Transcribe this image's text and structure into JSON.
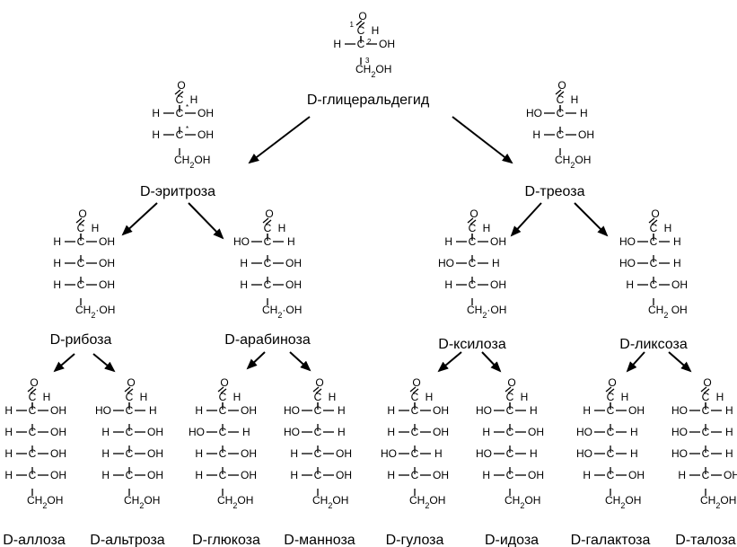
{
  "colors": {
    "ink": "#000000",
    "background": "#ffffff"
  },
  "atoms": {
    "H": "H",
    "OH": "OH",
    "HO": "HO",
    "CH2OH": "CH2OH",
    "C": "C",
    "O": "O",
    "star": "*",
    "sub2": "2"
  },
  "carbon_numbers": [
    "1",
    "2",
    "3"
  ],
  "nodes": {
    "glyceraldehyde": {
      "name": "D-глицеральдегид",
      "config": [
        "R"
      ],
      "numbered": true,
      "terminal_label": "CH2OH"
    },
    "erythrose": {
      "name": "D-эритроза",
      "config": [
        "R",
        "R"
      ],
      "stars": true,
      "terminal_label": "CH2OH"
    },
    "threose": {
      "name": "D-треоза",
      "config": [
        "L",
        "R"
      ],
      "terminal_label": "CH2OH"
    },
    "ribose": {
      "name": "D-рибоза",
      "config": [
        "R",
        "R",
        "R"
      ],
      "terminal_label": "CH2·OH"
    },
    "arabinose": {
      "name": "D-арабиноза",
      "config": [
        "L",
        "R",
        "R"
      ],
      "terminal_label": "CH2·OH"
    },
    "xylose": {
      "name": "D-ксилоза",
      "config": [
        "R",
        "L",
        "R"
      ],
      "terminal_label": "CH2·OH"
    },
    "lyxose": {
      "name": "D-ликсоза",
      "config": [
        "L",
        "L",
        "R"
      ],
      "terminal_label": "CH2 OH"
    },
    "allose": {
      "name": "D-аллоза",
      "config": [
        "R",
        "R",
        "R",
        "R"
      ],
      "terminal_label": "CH2OH"
    },
    "altrose": {
      "name": "D-альтроза",
      "config": [
        "L",
        "R",
        "R",
        "R"
      ],
      "terminal_label": "CH2OH"
    },
    "glucose": {
      "name": "D-глюкоза",
      "config": [
        "R",
        "L",
        "R",
        "R"
      ],
      "terminal_label": "CH2OH"
    },
    "mannose": {
      "name": "D-манноза",
      "config": [
        "L",
        "L",
        "R",
        "R"
      ],
      "terminal_label": "CH2OH"
    },
    "gulose": {
      "name": "D-гулоза",
      "config": [
        "R",
        "R",
        "L",
        "R"
      ],
      "terminal_label": "CH2OH"
    },
    "idose": {
      "name": "D-идоза",
      "config": [
        "L",
        "R",
        "L",
        "R"
      ],
      "terminal_label": "CH2OH"
    },
    "galactose": {
      "name": "D-галактоза",
      "config": [
        "R",
        "L",
        "L",
        "R"
      ],
      "terminal_label": "CH2OH"
    },
    "talose": {
      "name": "D-талоза",
      "config": [
        "L",
        "L",
        "L",
        "R"
      ],
      "terminal_label": "CH2OH"
    }
  },
  "edges": [
    {
      "from": "glyceraldehyde",
      "to": "erythrose"
    },
    {
      "from": "glyceraldehyde",
      "to": "threose"
    },
    {
      "from": "erythrose",
      "to": "ribose"
    },
    {
      "from": "erythrose",
      "to": "arabinose"
    },
    {
      "from": "threose",
      "to": "xylose"
    },
    {
      "from": "threose",
      "to": "lyxose"
    },
    {
      "from": "ribose",
      "to": "allose"
    },
    {
      "from": "ribose",
      "to": "altrose"
    },
    {
      "from": "arabinose",
      "to": "glucose"
    },
    {
      "from": "arabinose",
      "to": "mannose"
    },
    {
      "from": "xylose",
      "to": "gulose"
    },
    {
      "from": "xylose",
      "to": "idose"
    },
    {
      "from": "lyxose",
      "to": "galactose"
    },
    {
      "from": "lyxose",
      "to": "talose"
    }
  ]
}
